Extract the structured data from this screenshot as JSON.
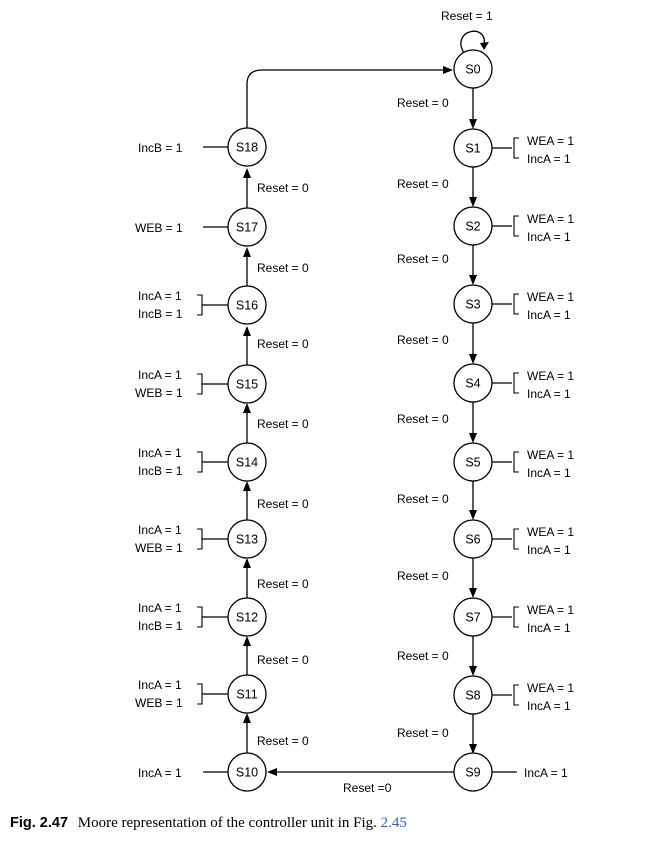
{
  "states": {
    "S0": "S0",
    "S1": "S1",
    "S2": "S2",
    "S3": "S3",
    "S4": "S4",
    "S5": "S5",
    "S6": "S6",
    "S7": "S7",
    "S8": "S8",
    "S9": "S9",
    "S10": "S10",
    "S11": "S11",
    "S12": "S12",
    "S13": "S13",
    "S14": "S14",
    "S15": "S15",
    "S16": "S16",
    "S17": "S17",
    "S18": "S18"
  },
  "transitions": {
    "self_loop": "Reset = 1",
    "reset_zero": "Reset = 0",
    "bottom": "Reset =0"
  },
  "outputs": {
    "wea": "WEA = 1",
    "inca": "IncA = 1",
    "incb": "IncB = 1",
    "web": "WEB = 1"
  },
  "caption": {
    "label": "Fig. 2.47",
    "text": "Moore representation of the controller unit in Fig.",
    "ref": "2.45"
  }
}
